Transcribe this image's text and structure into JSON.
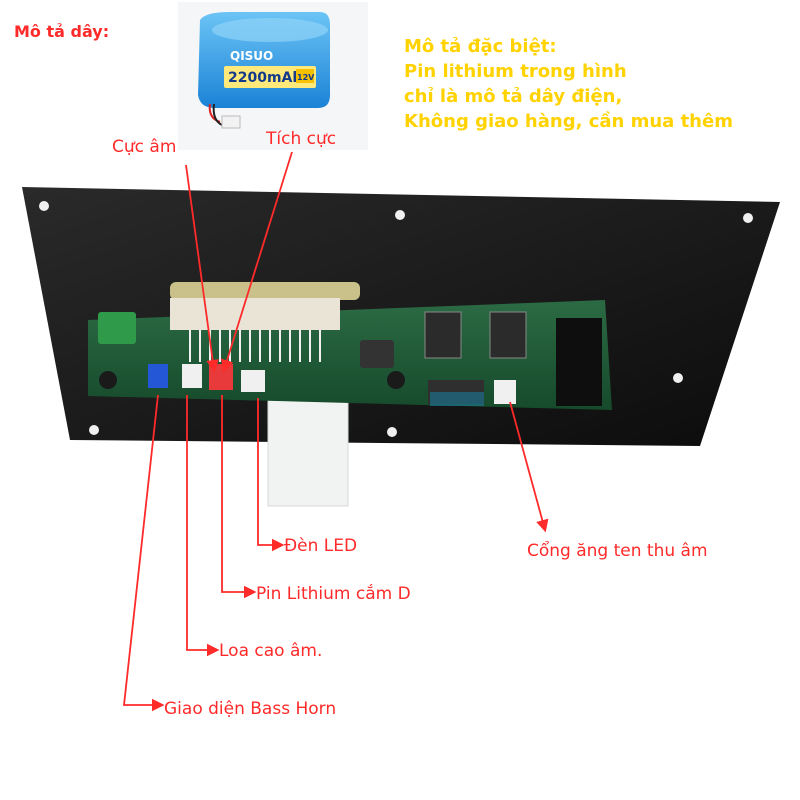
{
  "labels": {
    "wire_desc": "Mô tả dây:",
    "negative": "Cực âm",
    "positive": "Tích cực",
    "led": "Đèn LED",
    "lithium_plug": "Pin Lithium cắm D",
    "tweeter": "Loa cao âm.",
    "bass_horn": "Giao diện Bass Horn",
    "antenna": "Cổng ăng ten thu âm"
  },
  "note": {
    "line1": "Mô tả đặc biệt:",
    "line2": "Pin lithium trong hình",
    "line3": "chỉ là mô tả dây điện,",
    "line4": "Không giao hàng, cần mua thêm"
  },
  "battery": {
    "brand": "QISUO",
    "capacity": "2200mAh",
    "voltage": "12V"
  },
  "colors": {
    "label_red": "#ff2a2a",
    "note_yellow": "#ffd200",
    "battery_blue": "#2f9be6",
    "panel_black": "#141414",
    "pcb_green": "#1f5a36"
  }
}
